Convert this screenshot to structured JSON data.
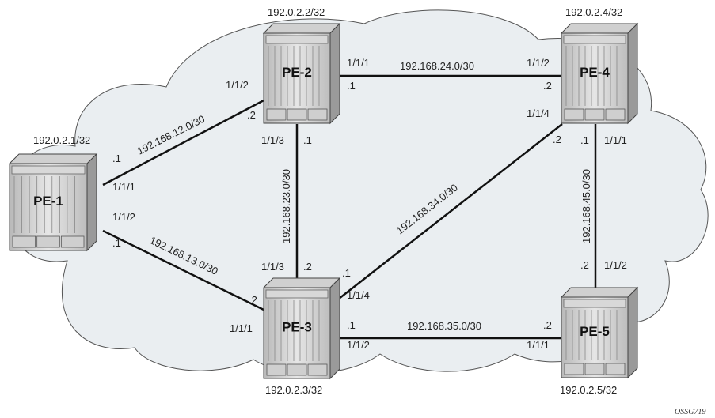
{
  "diagram": {
    "credit": "OSSG719",
    "nodes": [
      {
        "id": "PE-1",
        "name": "PE-1",
        "address": "192.0.2.1/32"
      },
      {
        "id": "PE-2",
        "name": "PE-2",
        "address": "192.0.2.2/32"
      },
      {
        "id": "PE-3",
        "name": "PE-3",
        "address": "192.0.2.3/32"
      },
      {
        "id": "PE-4",
        "name": "PE-4",
        "address": "192.0.2.4/32"
      },
      {
        "id": "PE-5",
        "name": "PE-5",
        "address": "192.0.2.5/32"
      }
    ],
    "links": [
      {
        "id": "pe1-pe2",
        "subnet": "192.168.12.0/30",
        "a_node": "PE-1",
        "a_port": "1/1/1",
        "a_host": ".1",
        "b_node": "PE-2",
        "b_port": "1/1/2",
        "b_host": ".2"
      },
      {
        "id": "pe1-pe3",
        "subnet": "192.168.13.0/30",
        "a_node": "PE-1",
        "a_port": "1/1/2",
        "a_host": ".1",
        "b_node": "PE-3",
        "b_port": "1/1/1",
        "b_host": ".2"
      },
      {
        "id": "pe2-pe3",
        "subnet": "192.168.23.0/30",
        "a_node": "PE-2",
        "a_port": "1/1/3",
        "a_host": ".1",
        "b_node": "PE-3",
        "b_port": "1/1/3",
        "b_host": ".2"
      },
      {
        "id": "pe2-pe4",
        "subnet": "192.168.24.0/30",
        "a_node": "PE-2",
        "a_port": "1/1/1",
        "a_host": ".1",
        "b_node": "PE-4",
        "b_port": "1/1/2",
        "b_host": ".2"
      },
      {
        "id": "pe3-pe4",
        "subnet": "192.168.34.0/30",
        "a_node": "PE-3",
        "a_port": "1/1/4",
        "a_host": ".1",
        "b_node": "PE-4",
        "b_port": "1/1/4",
        "b_host": ".2"
      },
      {
        "id": "pe3-pe5",
        "subnet": "192.168.35.0/30",
        "a_node": "PE-3",
        "a_port": "1/1/2",
        "a_host": ".1",
        "b_node": "PE-5",
        "b_port": "1/1/1",
        "b_host": ".2"
      },
      {
        "id": "pe4-pe5",
        "subnet": "192.168.45.0/30",
        "a_node": "PE-4",
        "a_port": "1/1/1",
        "a_host": ".1",
        "b_node": "PE-5",
        "b_port": "1/1/2",
        "b_host": ".2"
      }
    ]
  }
}
